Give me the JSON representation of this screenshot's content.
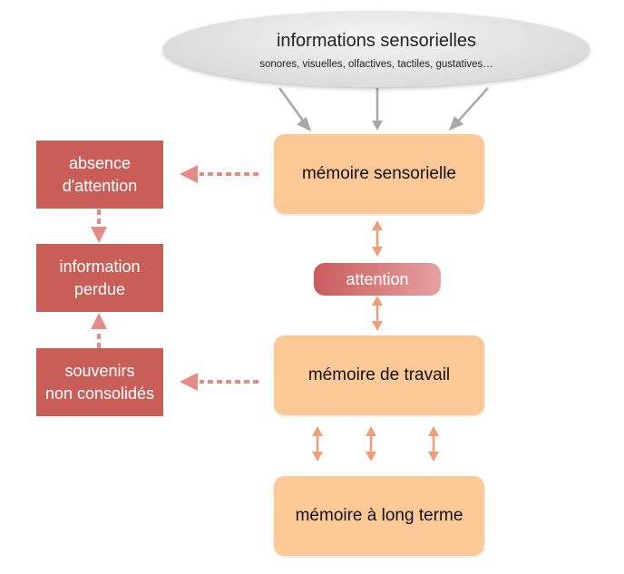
{
  "input": {
    "title": "informations sensorielles",
    "subtitle": "sonores, visuelles, olfactives, tactiles, gustatives…"
  },
  "stages": {
    "sensory": "mémoire sensorielle",
    "attention": "attention",
    "working": "mémoire de travail",
    "long_term": "mémoire à long terme"
  },
  "losses": {
    "no_attention": "absence\nd'attention",
    "lost": "information\nperdue",
    "unconsolidated": "souvenirs\nnon consolidés"
  },
  "colors": {
    "memory_box": "#fcc896",
    "loss_box": "#c85e57",
    "gray_arrow": "#a8a8a8",
    "orange_arrow": "#ee9f7a",
    "red_arrow": "#e58b86"
  }
}
